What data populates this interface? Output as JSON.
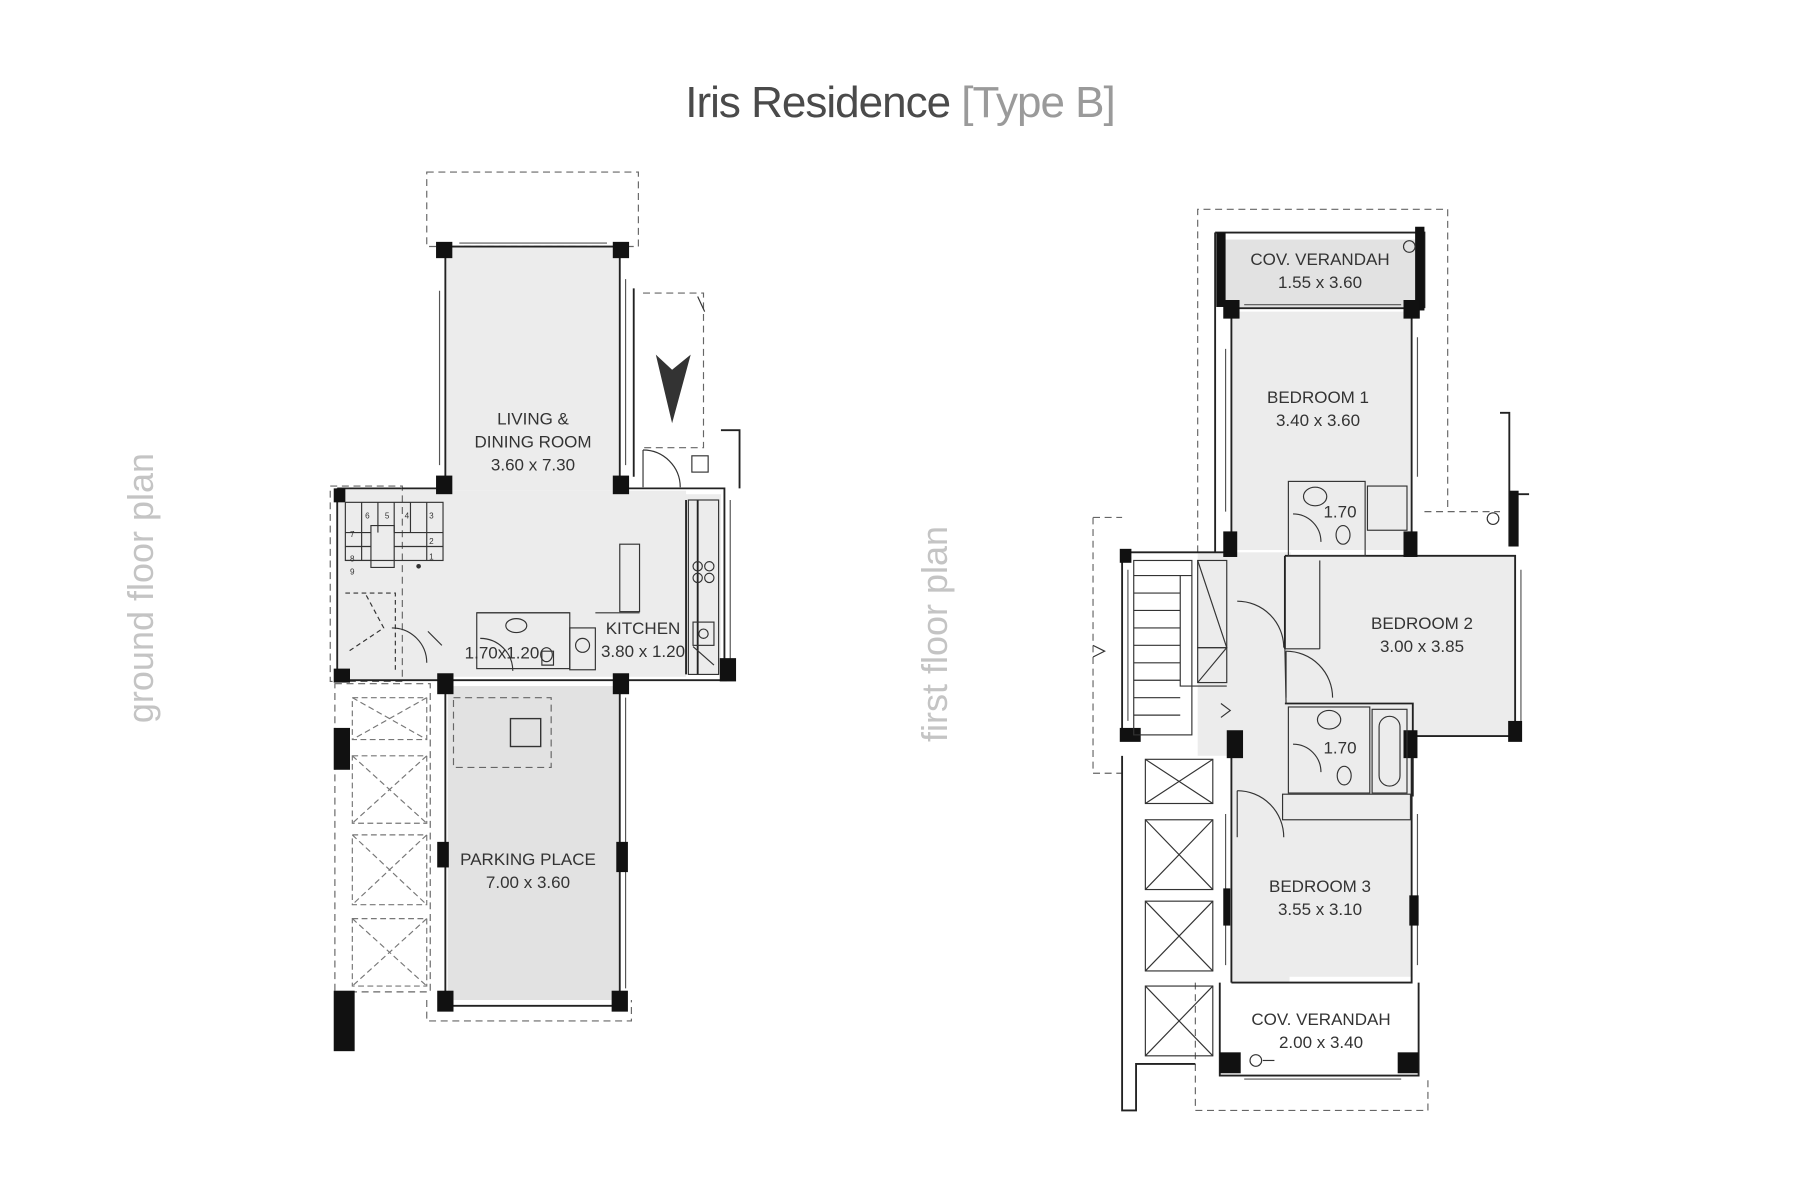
{
  "title": {
    "main": "Iris Residence",
    "type": "[Type B]"
  },
  "plans": {
    "ground": {
      "label": "ground floor plan",
      "rooms": [
        {
          "name": "LIVING &",
          "name2": "DINING ROOM",
          "size": "3.60 x 7.30"
        },
        {
          "name": "KITCHEN",
          "size": "3.80 x 1.20"
        },
        {
          "name": "",
          "size": "1.70x1.20"
        },
        {
          "name": "PARKING PLACE",
          "size": "7.00 x 3.60"
        }
      ],
      "stair_numbers": [
        "6",
        "5",
        "4",
        "3",
        "2",
        "1",
        "7",
        "8",
        "9"
      ]
    },
    "first": {
      "label": "first floor plan",
      "rooms": [
        {
          "name": "COV. VERANDAH",
          "size": "1.55 x 3.60"
        },
        {
          "name": "BEDROOM 1",
          "size": "3.40 x 3.60"
        },
        {
          "name": "",
          "size": "1.70"
        },
        {
          "name": "BEDROOM 2",
          "size": "3.00 x 3.85"
        },
        {
          "name": "",
          "size": "1.70"
        },
        {
          "name": "BEDROOM 3",
          "size": "3.55 x 3.10"
        },
        {
          "name": "COV. VERANDAH",
          "size": "2.00 x 3.40"
        }
      ]
    }
  },
  "colors": {
    "room_fill": "#ececec",
    "parking_fill": "#e2e2e2",
    "wall": "#111111",
    "line": "#333333",
    "dash": "#666666",
    "label_gray": "#c4c4c4"
  }
}
